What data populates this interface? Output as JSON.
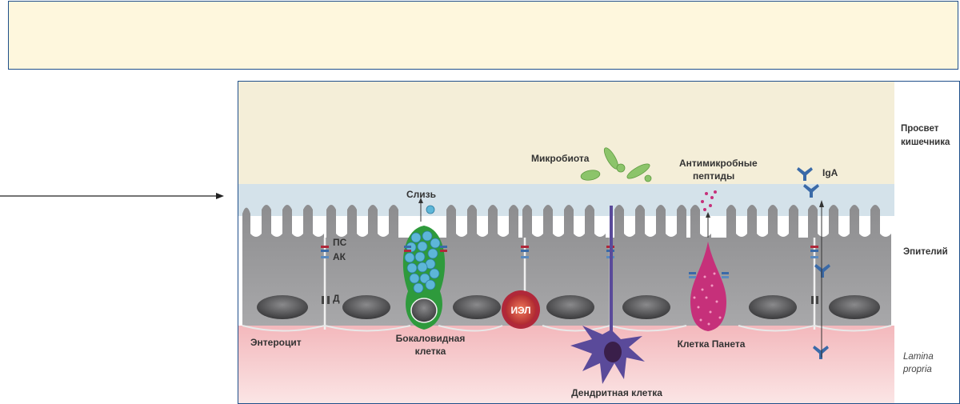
{
  "labels": {
    "lumen_1": "Просвет",
    "lumen_2": "кишечника",
    "epithelium": "Эпителий",
    "lamina_1": "Lamina",
    "lamina_2": "propria",
    "microbiota": "Микробиота",
    "antimicrobial_1": "Антимикробные",
    "antimicrobial_2": "пептиды",
    "iga": "IgA",
    "mucus": "Слизь",
    "tight_junction": "ПС",
    "adherens_junction": "АК",
    "desmosome": "Д",
    "iel": "ИЭЛ",
    "enterocyte": "Энтероцит",
    "goblet_1": "Бокаловидная",
    "goblet_2": "клетка",
    "paneth": "Клетка Панета",
    "dendritic": "Дендритная клетка"
  },
  "colors": {
    "banner_bg": "#fef7dd",
    "banner_border": "#1f4f8a",
    "lumen": "#f4eed8",
    "mucus_layer": "#d4e2ea",
    "epithelium": "#9a9a9c",
    "lamina": "#f3c9cc",
    "goblet": "#2e9a3c",
    "mucus_granule": "#5db6d8",
    "microbiota": "#8cc46a",
    "paneth": "#c6307a",
    "dendritic": "#5a4a9a",
    "iga": "#3a6aa8",
    "iel": "#b0283a"
  }
}
